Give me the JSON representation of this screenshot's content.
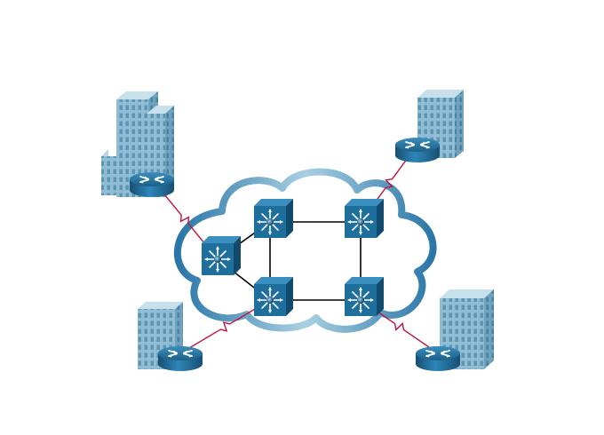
{
  "diagram": {
    "type": "network-topology",
    "cloud": {
      "name": "wan-cloud",
      "color": "#2f7fb0"
    },
    "nodes": [
      {
        "id": "sw-left",
        "kind": "multilayer-switch"
      },
      {
        "id": "sw-top-left",
        "kind": "multilayer-switch"
      },
      {
        "id": "sw-top-right",
        "kind": "multilayer-switch"
      },
      {
        "id": "sw-bot-left",
        "kind": "multilayer-switch"
      },
      {
        "id": "sw-bot-right",
        "kind": "multilayer-switch"
      },
      {
        "id": "router-nw",
        "kind": "router",
        "site": "building-tall"
      },
      {
        "id": "router-ne",
        "kind": "router",
        "site": "building"
      },
      {
        "id": "router-sw",
        "kind": "router",
        "site": "building"
      },
      {
        "id": "router-se",
        "kind": "router",
        "site": "building"
      }
    ],
    "links": [
      {
        "from": "sw-left",
        "to": "sw-top-left",
        "type": "ethernet"
      },
      {
        "from": "sw-left",
        "to": "sw-bot-left",
        "type": "ethernet"
      },
      {
        "from": "sw-top-left",
        "to": "sw-top-right",
        "type": "ethernet"
      },
      {
        "from": "sw-top-left",
        "to": "sw-bot-left",
        "type": "ethernet"
      },
      {
        "from": "sw-bot-left",
        "to": "sw-bot-right",
        "type": "ethernet"
      },
      {
        "from": "sw-top-right",
        "to": "sw-bot-right",
        "type": "ethernet"
      },
      {
        "from": "router-nw",
        "to": "sw-left",
        "type": "serial"
      },
      {
        "from": "router-ne",
        "to": "sw-top-right",
        "type": "serial"
      },
      {
        "from": "router-sw",
        "to": "sw-bot-left",
        "type": "serial"
      },
      {
        "from": "router-se",
        "to": "sw-bot-right",
        "type": "serial"
      }
    ],
    "colors": {
      "ethernet": "#000000",
      "serial": "#c0143c",
      "device": "#1f6f9c",
      "building": "#8ab8cf"
    }
  }
}
